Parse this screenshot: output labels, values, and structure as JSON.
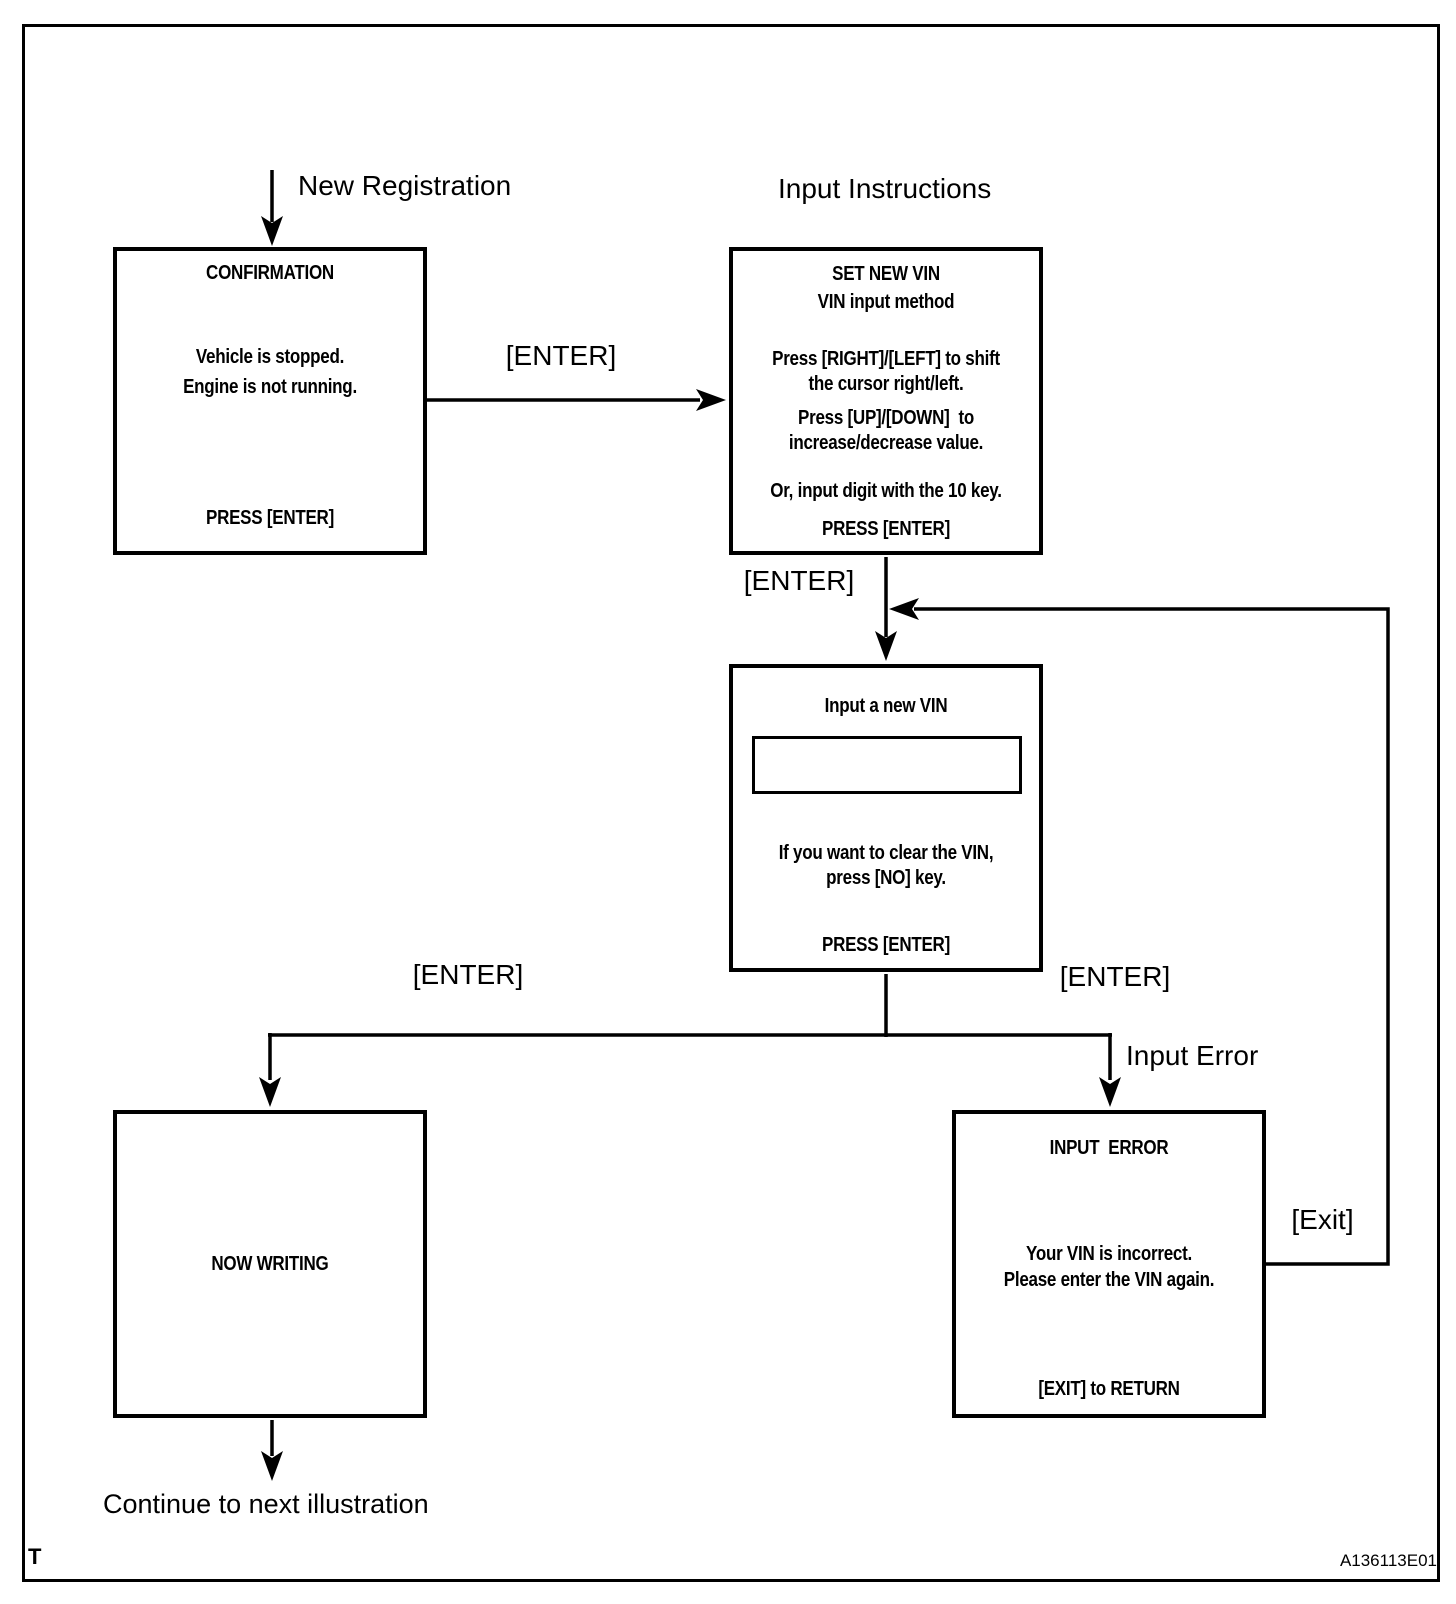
{
  "colors": {
    "ink": "#000000",
    "background": "#ffffff"
  },
  "labels": {
    "new_registration": "New Registration",
    "input_instructions": "Input Instructions",
    "enter_confirm_to_set": "[ENTER]",
    "enter_set_to_input": "[ENTER]",
    "enter_to_writing": "[ENTER]",
    "enter_to_error": "[ENTER]",
    "input_error": "Input Error",
    "exit": "[Exit]",
    "continue_next": "Continue to next illustration",
    "corner_mark": "T",
    "figure_code": "A136113E01"
  },
  "boxes": {
    "confirmation": {
      "title": "CONFIRMATION",
      "line1": "Vehicle is stopped.",
      "line2": "Engine is not running.",
      "footer": "PRESS [ENTER]"
    },
    "set_new_vin": {
      "title1": "SET NEW VIN",
      "title2": "VIN input method",
      "line1": "Press [RIGHT]/[LEFT] to shift",
      "line2": "the cursor right/left.",
      "line3": "Press [UP]/[DOWN]  to",
      "line4": "increase/decrease value.",
      "line5": "Or, input digit with the 10 key.",
      "footer": "PRESS [ENTER]"
    },
    "input_new_vin": {
      "title": "Input a new VIN",
      "vin_field_value": "",
      "line1": "If you want to clear the VIN,",
      "line2": "press [NO] key.",
      "footer": "PRESS [ENTER]"
    },
    "now_writing": {
      "title": "NOW WRITING"
    },
    "input_error": {
      "title": "INPUT  ERROR",
      "line1": "Your VIN is incorrect.",
      "line2": "Please enter the VIN again.",
      "footer": "[EXIT] to RETURN"
    }
  }
}
